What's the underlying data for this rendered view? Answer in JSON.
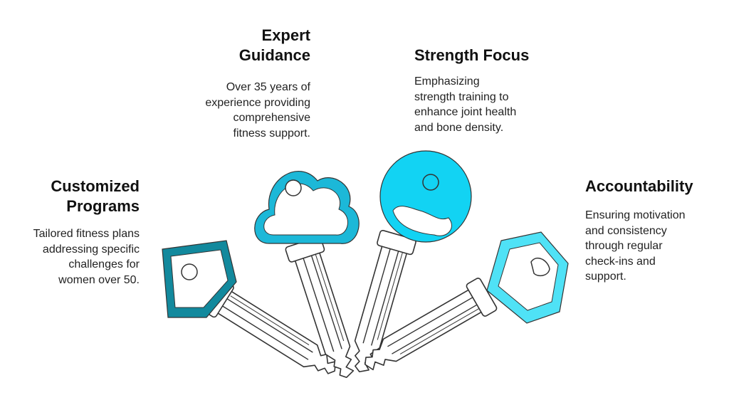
{
  "colors": {
    "teal_dark": "#12899d",
    "cyan_mid": "#1cb8d8",
    "cyan_bright": "#12d3f3",
    "cyan_light": "#4fe2f6",
    "outline": "#333333"
  },
  "sections": {
    "customized": {
      "title": "Customized\nPrograms",
      "description": "Tailored fitness plans\naddressing specific\nchallenges for\nwomen over 50."
    },
    "expert": {
      "title": "Expert\nGuidance",
      "description": "Over 35 years of\nexperience providing\ncomprehensive\nfitness support."
    },
    "strength": {
      "title": "Strength Focus",
      "description": "Emphasizing\nstrength training to\nenhance joint health\nand bone density."
    },
    "accountability": {
      "title": "Accountability",
      "description": "Ensuring motivation\nand consistency\nthrough regular\ncheck-ins and\nsupport."
    }
  },
  "keys": [
    {
      "shape": "pentagon-key",
      "color": "teal_dark"
    },
    {
      "shape": "cloud-key",
      "color": "cyan_mid"
    },
    {
      "shape": "round-key",
      "color": "cyan_bright"
    },
    {
      "shape": "hexagon-key",
      "color": "cyan_light"
    }
  ]
}
